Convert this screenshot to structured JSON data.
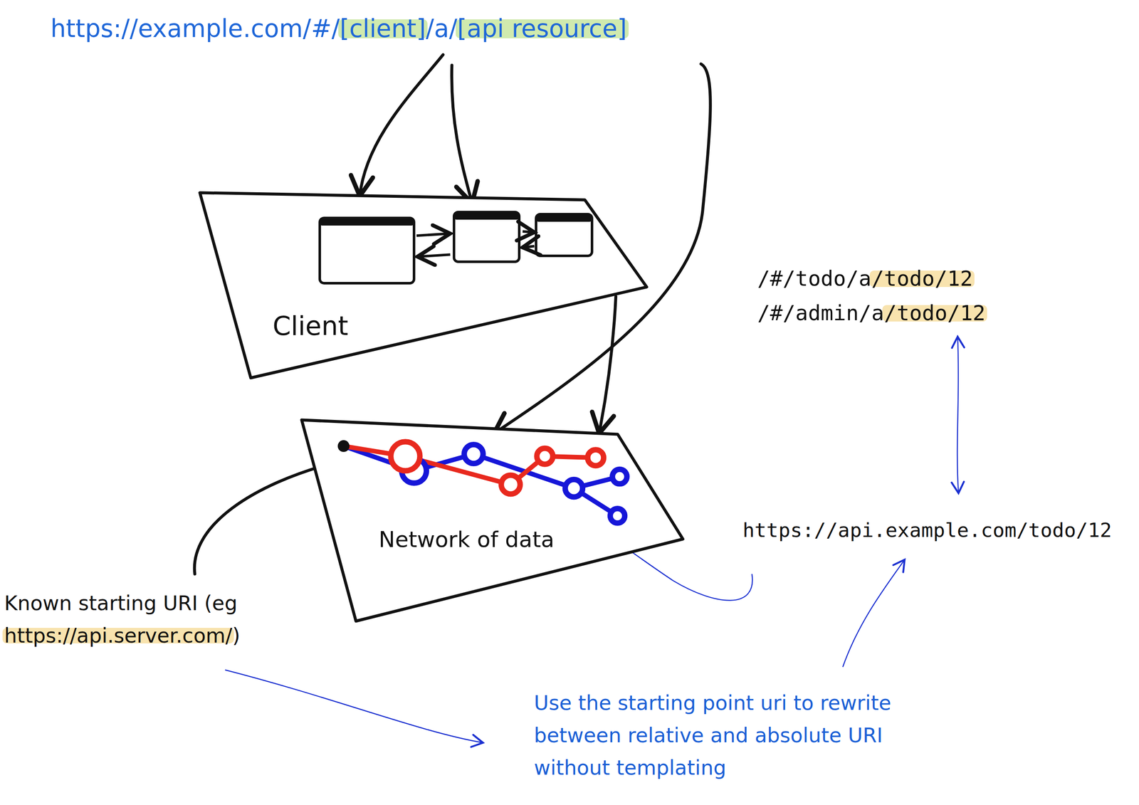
{
  "diagram": {
    "nodes": [
      {
        "text": [
          "Client"
        ]
      },
      {
        "text": [
          "Network of data"
        ]
      }
    ],
    "edges": [
      {
        "from": 0,
        "to": 1,
        "arrow": "to"
      }
    ],
    "labels": [
      "https://example.com/#/[client]/a/[api resource]",
      "/#/todo/a/todo/12",
      "/#/admin/a/todo/12",
      "https://api.example.com/todo/12",
      "Known starting URI (eg https://api.server.com/)",
      "Use the starting point uri to rewrite between relative and absolute URI without templating"
    ]
  }
}
